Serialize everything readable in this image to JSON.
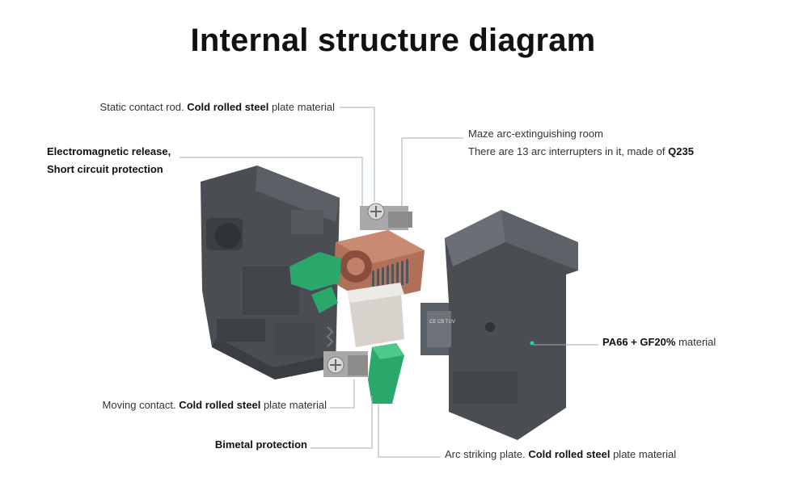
{
  "title": "Internal structure diagram",
  "labels": {
    "static_contact": {
      "pre": "Static contact rod. ",
      "bold": "Cold rolled steel",
      "post": " plate material"
    },
    "electromagnetic": {
      "line1": "Electromagnetic release,",
      "line2": "Short circuit protection"
    },
    "maze": {
      "line1": "Maze arc-extinguishing room",
      "line2_pre": "There are 13 arc interrupters in it, made of ",
      "line2_bold": "Q235"
    },
    "housing": {
      "bold": "PA66 + GF20%",
      "post": " material"
    },
    "moving_contact": {
      "pre": "Moving contact. ",
      "bold": "Cold rolled steel",
      "post": " plate material"
    },
    "bimetal": {
      "bold": "Bimetal protection"
    },
    "arc_plate": {
      "pre": "Arc striking plate. ",
      "bold": "Cold rolled steel",
      "post": " plate material"
    }
  },
  "housing_marks": {
    "certs": "CE CB TUV"
  },
  "colors": {
    "housing": "#4a4e53",
    "copper": "#b0705a",
    "green": "#2aa86b",
    "leader": "#9fb0b6"
  }
}
